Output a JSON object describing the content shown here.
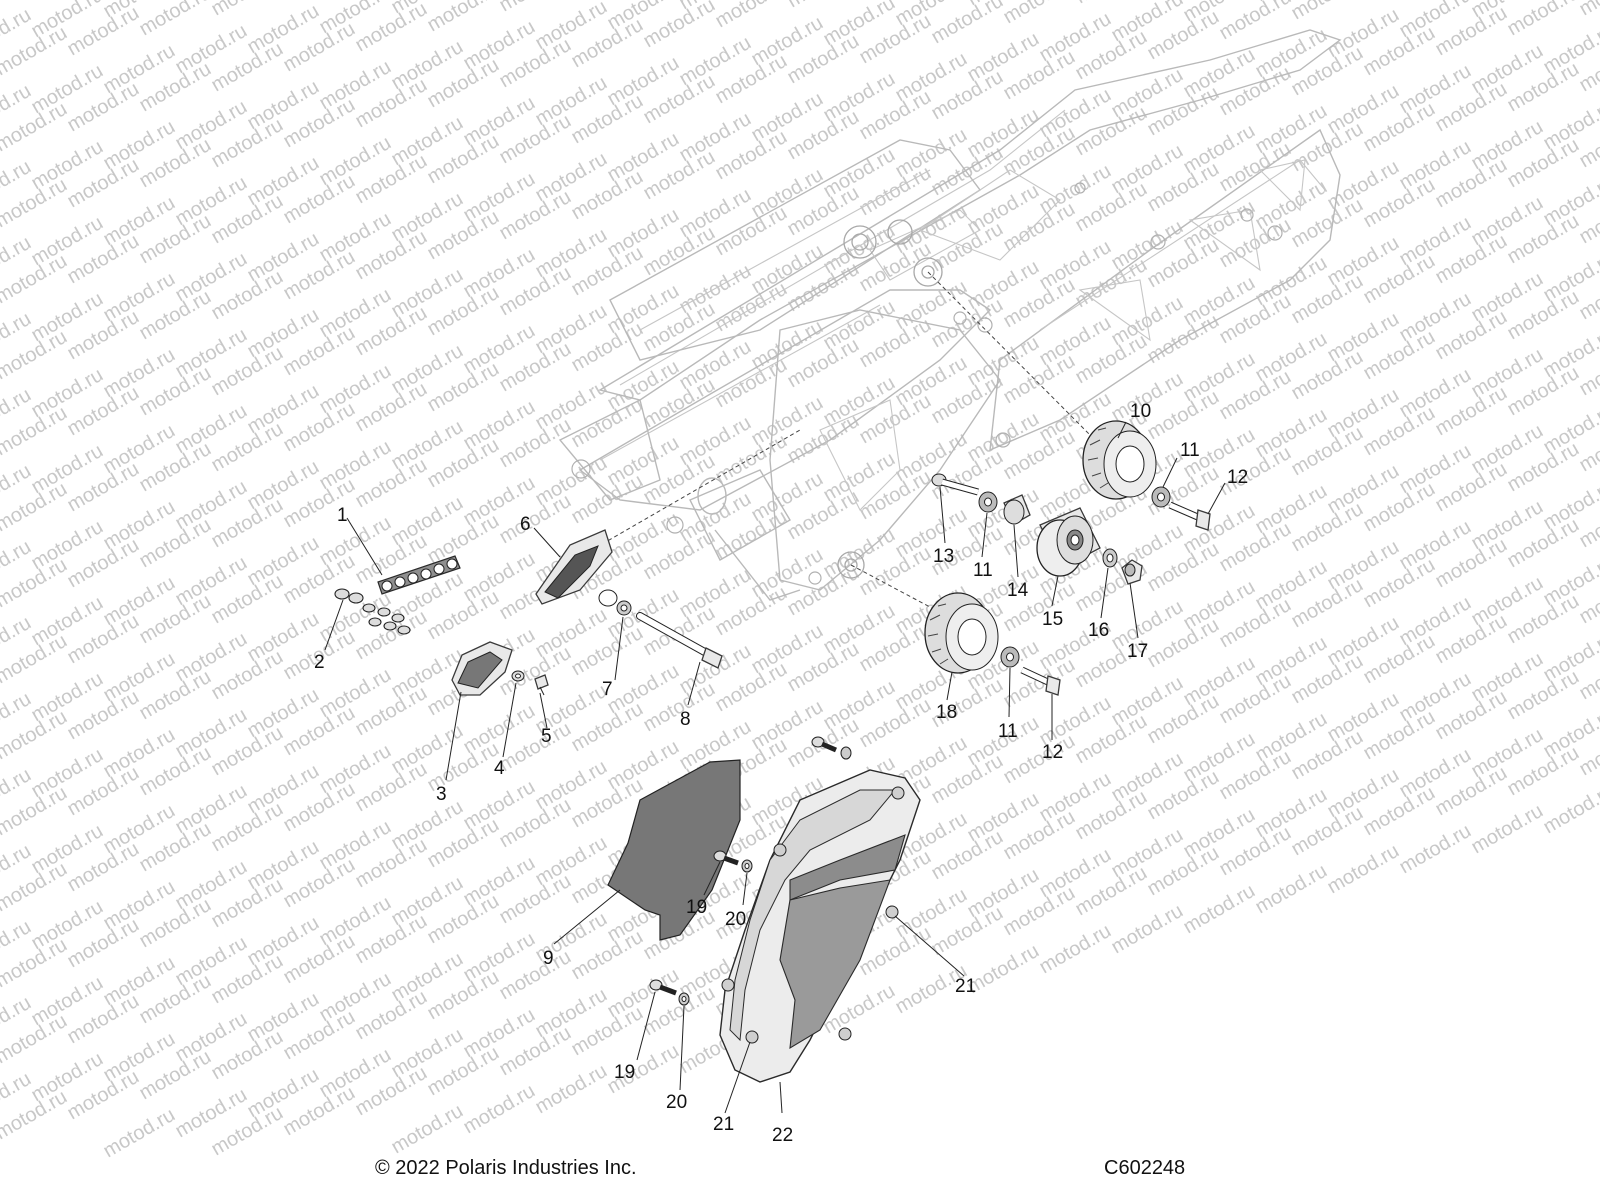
{
  "watermark": {
    "text": "motod.ru",
    "color": "#c8c8c8"
  },
  "footer": {
    "copyright": "© 2022 Polaris Industries Inc.",
    "diagram_code": "C602248"
  },
  "callouts": [
    {
      "id": "c1",
      "label": "1"
    },
    {
      "id": "c2",
      "label": "2"
    },
    {
      "id": "c3",
      "label": "3"
    },
    {
      "id": "c4",
      "label": "4"
    },
    {
      "id": "c5",
      "label": "5"
    },
    {
      "id": "c6",
      "label": "6"
    },
    {
      "id": "c7",
      "label": "7"
    },
    {
      "id": "c8",
      "label": "8"
    },
    {
      "id": "c9",
      "label": "9"
    },
    {
      "id": "c10",
      "label": "10"
    },
    {
      "id": "c11a",
      "label": "11"
    },
    {
      "id": "c11b",
      "label": "11"
    },
    {
      "id": "c11c",
      "label": "11"
    },
    {
      "id": "c12a",
      "label": "12"
    },
    {
      "id": "c12b",
      "label": "12"
    },
    {
      "id": "c13",
      "label": "13"
    },
    {
      "id": "c14",
      "label": "14"
    },
    {
      "id": "c15",
      "label": "15"
    },
    {
      "id": "c16",
      "label": "16"
    },
    {
      "id": "c17",
      "label": "17"
    },
    {
      "id": "c18",
      "label": "18"
    },
    {
      "id": "c19a",
      "label": "19"
    },
    {
      "id": "c19b",
      "label": "19"
    },
    {
      "id": "c20a",
      "label": "20"
    },
    {
      "id": "c20b",
      "label": "20"
    },
    {
      "id": "c21a",
      "label": "21"
    },
    {
      "id": "c21b",
      "label": "21"
    },
    {
      "id": "c22",
      "label": "22"
    }
  ]
}
